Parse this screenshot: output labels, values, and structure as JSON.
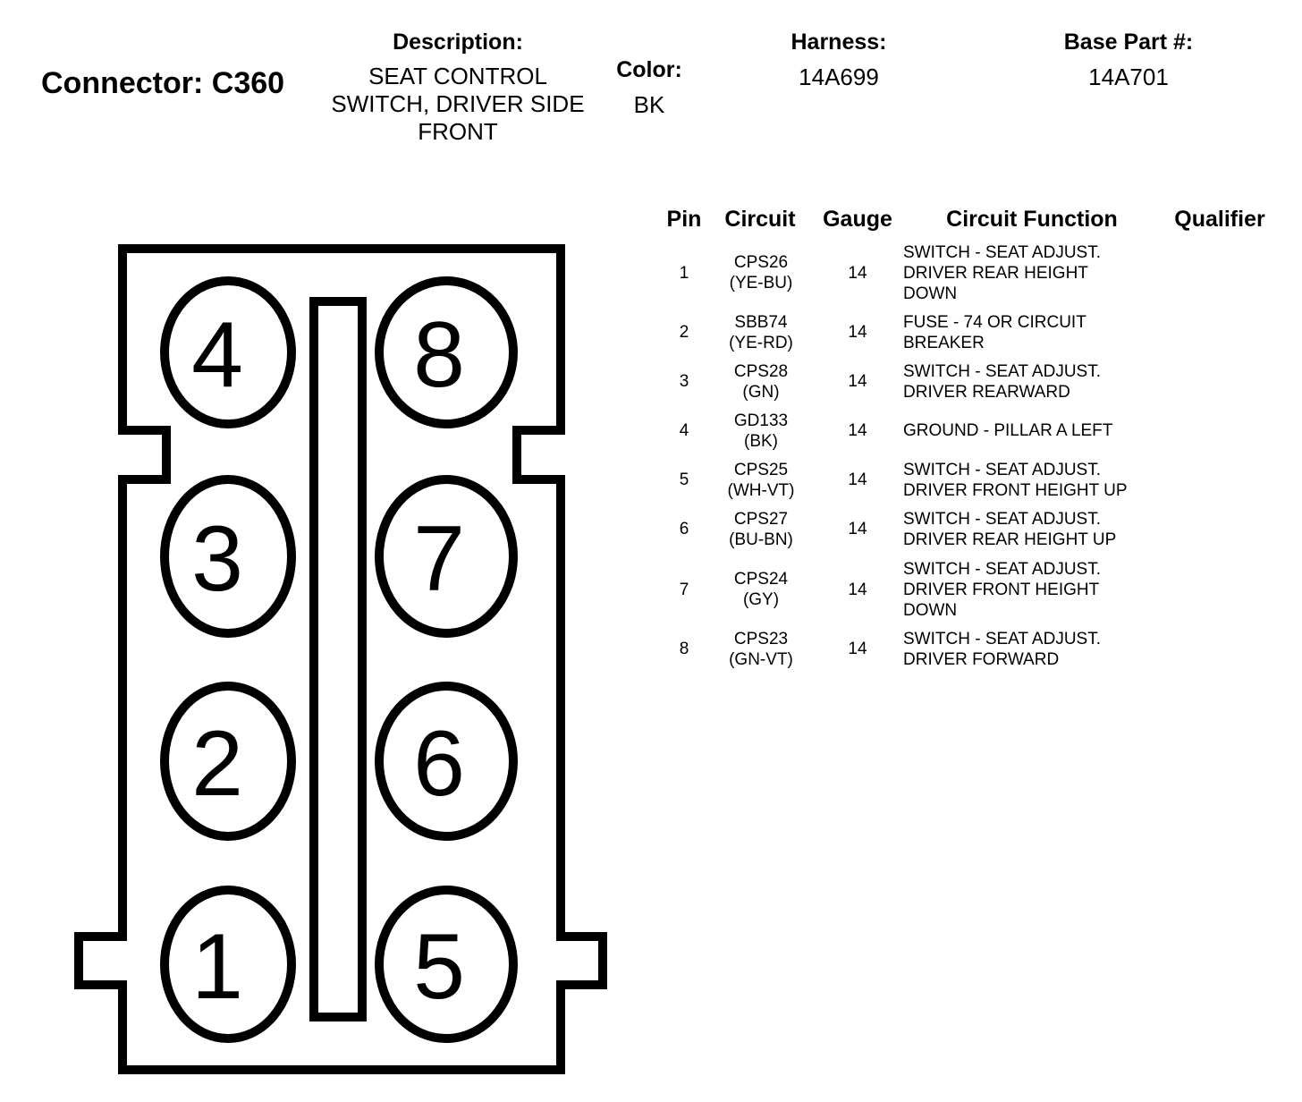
{
  "header": {
    "connector_title": "Connector: C360",
    "description_label": "Description:",
    "description_lines": [
      "SEAT CONTROL",
      "SWITCH, DRIVER SIDE",
      "FRONT"
    ],
    "color_label": "Color:",
    "color_value": "BK",
    "harness_label": "Harness:",
    "harness_value": "14A699",
    "base_part_label": "Base Part #:",
    "base_part_value": "14A701"
  },
  "table": {
    "headers": {
      "pin": "Pin",
      "circuit": "Circuit",
      "gauge": "Gauge",
      "function": "Circuit Function",
      "qualifier": "Qualifier"
    },
    "rows": [
      {
        "pin": "1",
        "circuit": "CPS26",
        "color": "(YE-BU)",
        "gauge": "14",
        "function": [
          "SWITCH - SEAT ADJUST.",
          "DRIVER REAR HEIGHT",
          "DOWN"
        ]
      },
      {
        "pin": "2",
        "circuit": "SBB74",
        "color": "(YE-RD)",
        "gauge": "14",
        "function": [
          "FUSE - 74 OR CIRCUIT",
          "BREAKER"
        ]
      },
      {
        "pin": "3",
        "circuit": "CPS28",
        "color": "(GN)",
        "gauge": "14",
        "function": [
          "SWITCH - SEAT ADJUST.",
          "DRIVER REARWARD"
        ]
      },
      {
        "pin": "4",
        "circuit": "GD133",
        "color": "(BK)",
        "gauge": "14",
        "function": [
          "GROUND - PILLAR A LEFT"
        ]
      },
      {
        "pin": "5",
        "circuit": "CPS25",
        "color": "(WH-VT)",
        "gauge": "14",
        "function": [
          "SWITCH - SEAT ADJUST.",
          "DRIVER FRONT HEIGHT UP"
        ]
      },
      {
        "pin": "6",
        "circuit": "CPS27",
        "color": "(BU-BN)",
        "gauge": "14",
        "function": [
          "SWITCH - SEAT ADJUST.",
          "DRIVER REAR HEIGHT UP"
        ]
      },
      {
        "pin": "7",
        "circuit": "CPS24",
        "color": "(GY)",
        "gauge": "14",
        "function": [
          "SWITCH - SEAT ADJUST.",
          "DRIVER FRONT HEIGHT",
          "DOWN"
        ]
      },
      {
        "pin": "8",
        "circuit": "CPS23",
        "color": "(GN-VT)",
        "gauge": "14",
        "function": [
          "SWITCH - SEAT ADJUST.",
          "DRIVER FORWARD"
        ]
      }
    ]
  },
  "connector_face": {
    "pin_labels": [
      "4",
      "8",
      "3",
      "7",
      "2",
      "6",
      "1",
      "5"
    ]
  }
}
